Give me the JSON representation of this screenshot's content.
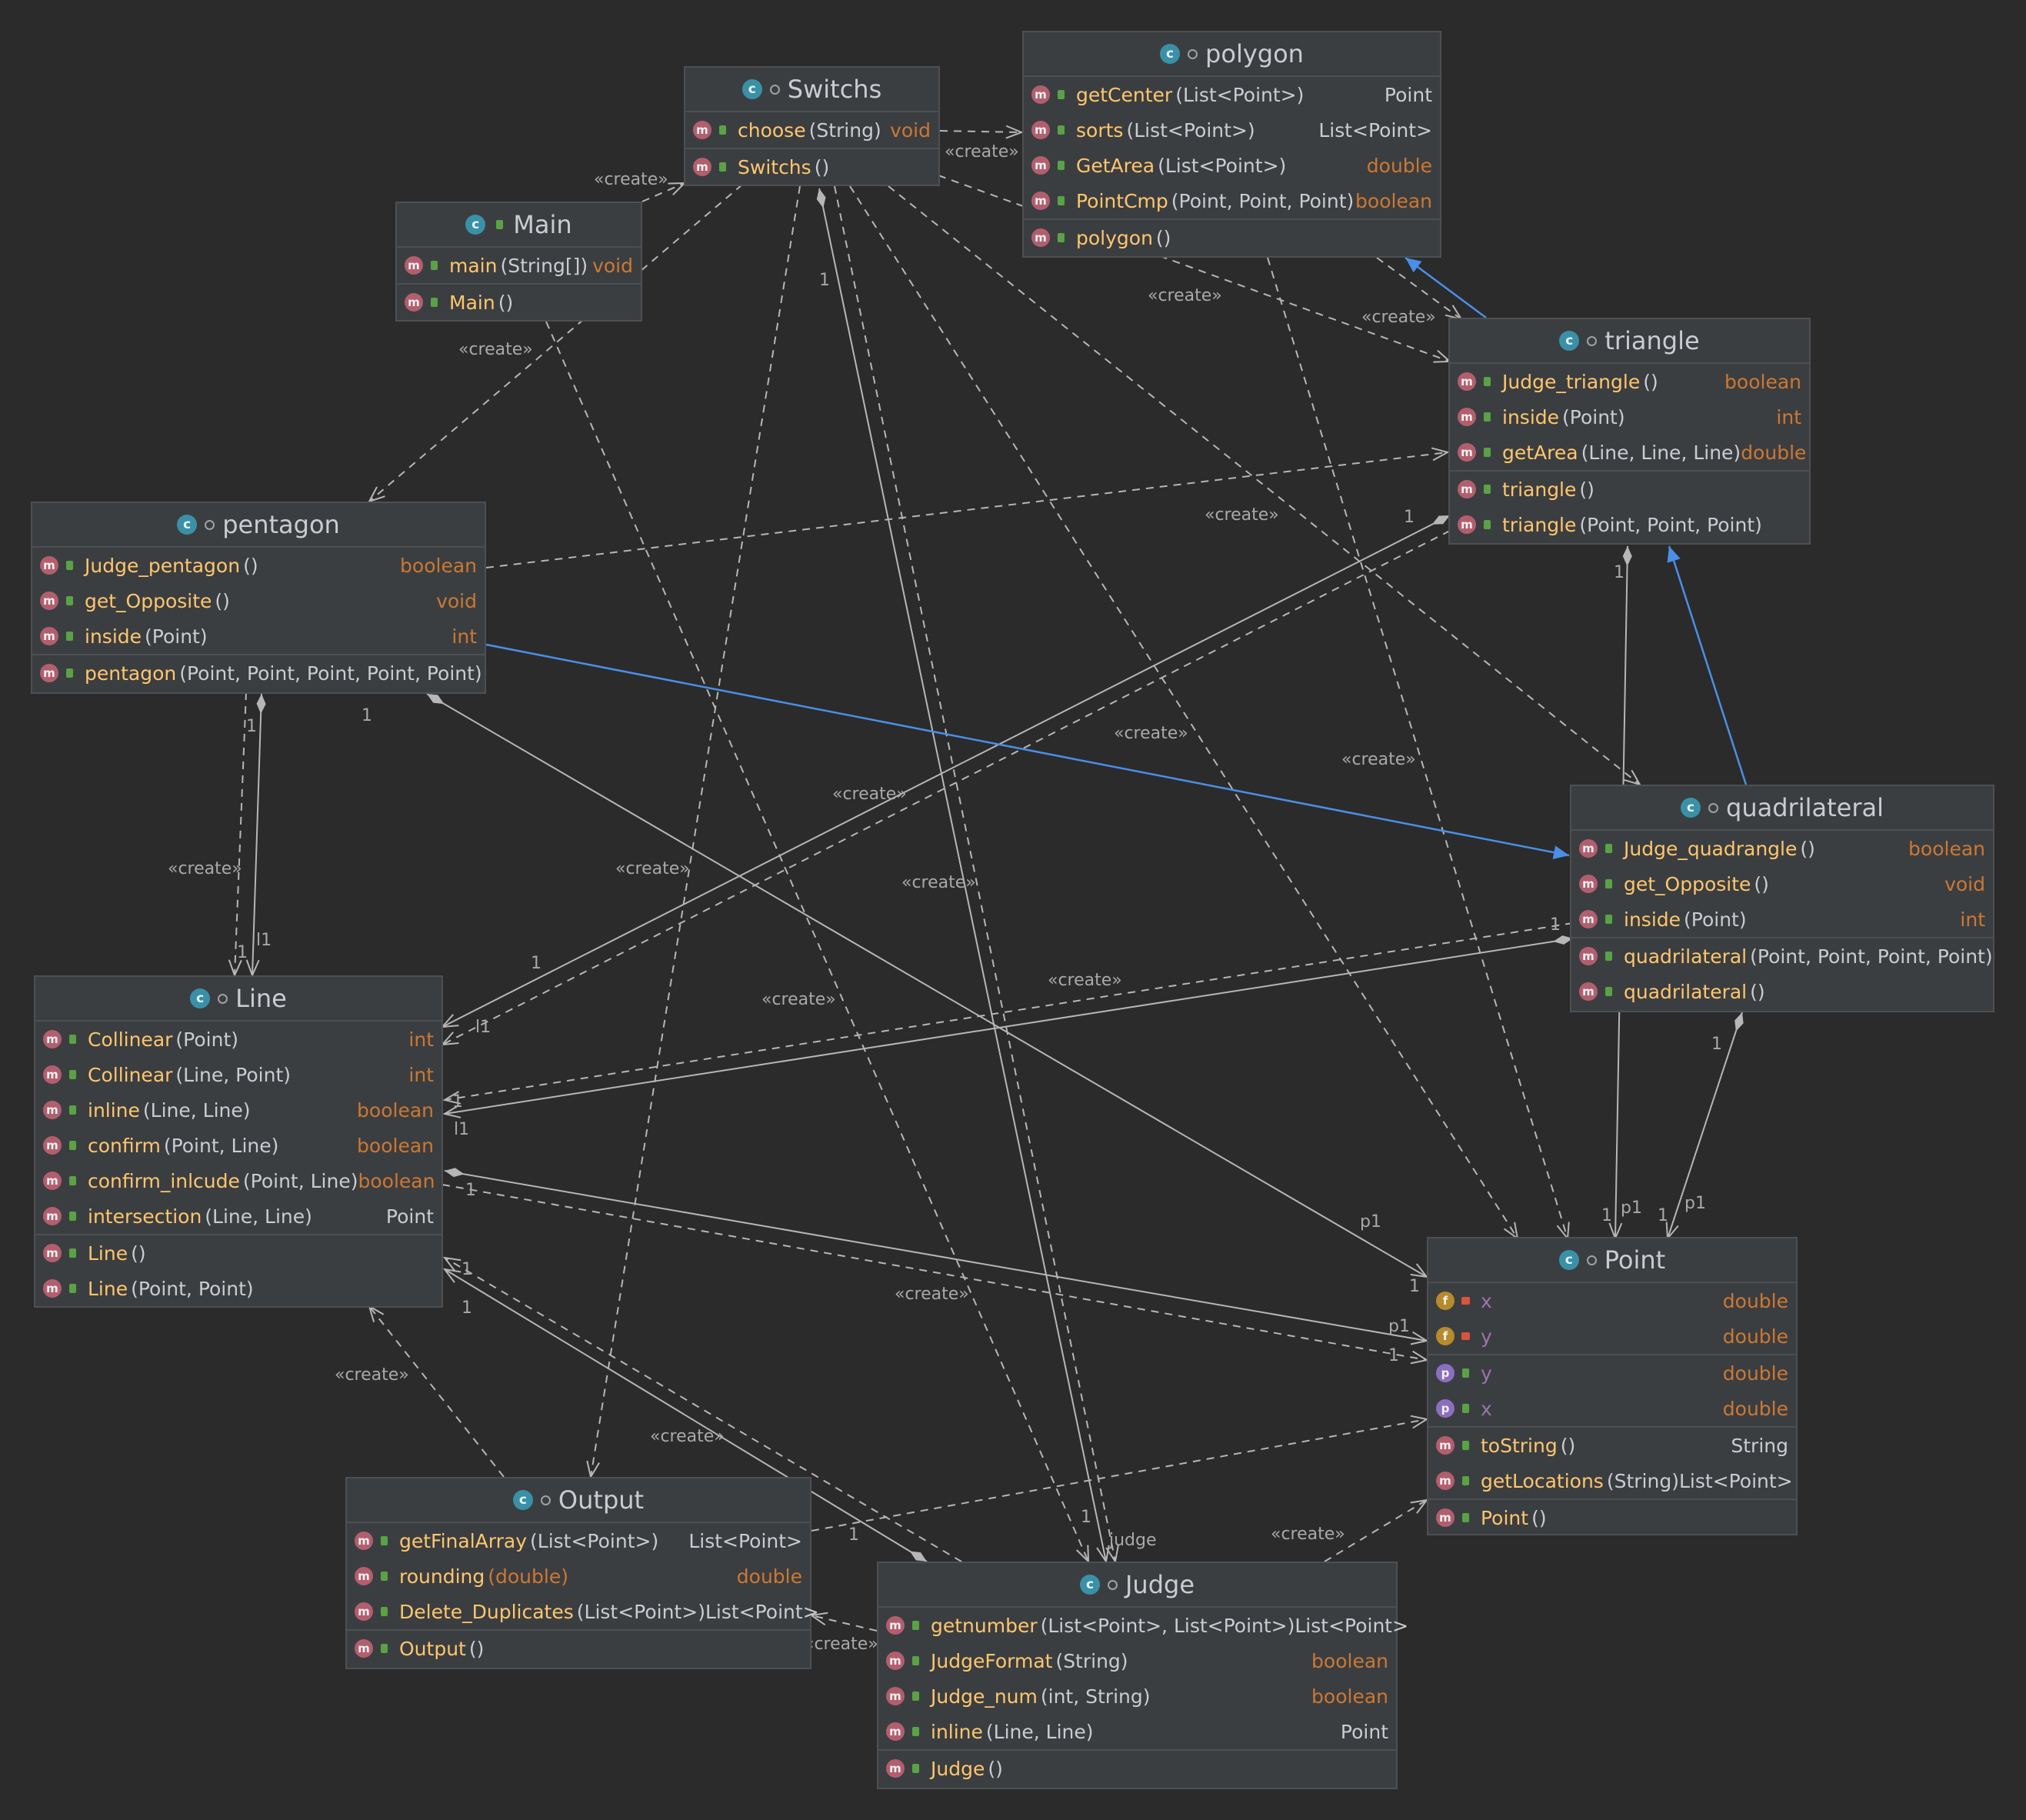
{
  "classes": {
    "switchs": {
      "name": "Switchs",
      "methods": [
        {
          "name": "choose",
          "params": "(String)",
          "ret": "void"
        },
        {
          "name": "Switchs",
          "params": "()",
          "ret": ""
        }
      ]
    },
    "polygon": {
      "name": "polygon",
      "methods": [
        {
          "name": "getCenter",
          "params": "(List<Point>)",
          "ret": "Point"
        },
        {
          "name": "sorts",
          "params": "(List<Point>)",
          "ret": "List<Point>"
        },
        {
          "name": "GetArea",
          "params": "(List<Point>)",
          "ret": "double"
        },
        {
          "name": "PointCmp",
          "params": "(Point, Point, Point)",
          "ret": "boolean"
        },
        {
          "name": "polygon",
          "params": "()",
          "ret": ""
        }
      ]
    },
    "main": {
      "name": "Main",
      "methods": [
        {
          "name": "main",
          "params": "(String[])",
          "ret": "void"
        },
        {
          "name": "Main",
          "params": "()",
          "ret": ""
        }
      ]
    },
    "triangle": {
      "name": "triangle",
      "methods": [
        {
          "name": "Judge_triangle",
          "params": "()",
          "ret": "boolean"
        },
        {
          "name": "inside",
          "params": "(Point)",
          "ret": "int"
        },
        {
          "name": "getArea",
          "params": "(Line, Line, Line)",
          "ret": "double"
        },
        {
          "name": "triangle",
          "params": "()",
          "ret": ""
        },
        {
          "name": "triangle",
          "params": "(Point, Point, Point)",
          "ret": ""
        }
      ]
    },
    "pentagon": {
      "name": "pentagon",
      "methods": [
        {
          "name": "Judge_pentagon",
          "params": "()",
          "ret": "boolean"
        },
        {
          "name": "get_Opposite",
          "params": "()",
          "ret": "void"
        },
        {
          "name": "inside",
          "params": "(Point)",
          "ret": "int"
        },
        {
          "name": "pentagon",
          "params": "(Point, Point, Point, Point, Point)",
          "ret": ""
        }
      ]
    },
    "quadrilateral": {
      "name": "quadrilateral",
      "methods": [
        {
          "name": "Judge_quadrangle",
          "params": "()",
          "ret": "boolean"
        },
        {
          "name": "get_Opposite",
          "params": "()",
          "ret": "void"
        },
        {
          "name": "inside",
          "params": "(Point)",
          "ret": "int"
        },
        {
          "name": "quadrilateral",
          "params": "(Point, Point, Point, Point)",
          "ret": ""
        },
        {
          "name": "quadrilateral",
          "params": "()",
          "ret": ""
        }
      ]
    },
    "line": {
      "name": "Line",
      "methods": [
        {
          "name": "Collinear",
          "params": "(Point)",
          "ret": "int"
        },
        {
          "name": "Collinear",
          "params": "(Line, Point)",
          "ret": "int"
        },
        {
          "name": "inline",
          "params": "(Line, Line)",
          "ret": "boolean"
        },
        {
          "name": "confirm",
          "params": "(Point, Line)",
          "ret": "boolean"
        },
        {
          "name": "confirm_inlcude",
          "params": "(Point, Line)",
          "ret": "boolean"
        },
        {
          "name": "intersection",
          "params": "(Line, Line)",
          "ret": "Point"
        },
        {
          "name": "Line",
          "params": "()",
          "ret": ""
        },
        {
          "name": "Line",
          "params": "(Point, Point)",
          "ret": ""
        }
      ]
    },
    "point": {
      "name": "Point",
      "fields": [
        {
          "name": "x",
          "ret": "double"
        },
        {
          "name": "y",
          "ret": "double"
        }
      ],
      "properties": [
        {
          "name": "y",
          "ret": "double"
        },
        {
          "name": "x",
          "ret": "double"
        }
      ],
      "methods": [
        {
          "name": "toString",
          "params": "()",
          "ret": "String"
        },
        {
          "name": "getLocations",
          "params": "(String)",
          "ret": "List<Point>"
        },
        {
          "name": "Point",
          "params": "()",
          "ret": ""
        }
      ]
    },
    "output": {
      "name": "Output",
      "methods": [
        {
          "name": "getFinalArray",
          "params": "(List<Point>)",
          "ret": "List<Point>"
        },
        {
          "name": "rounding",
          "params": "(double)",
          "ret": "double"
        },
        {
          "name": "Delete_Duplicates",
          "params": "(List<Point>)",
          "ret": "List<Point>"
        },
        {
          "name": "Output",
          "params": "()",
          "ret": ""
        }
      ]
    },
    "judge": {
      "name": "Judge",
      "methods": [
        {
          "name": "getnumber",
          "params": "(List<Point>, List<Point>)",
          "ret": "List<Point>"
        },
        {
          "name": "JudgeFormat",
          "params": "(String)",
          "ret": "boolean"
        },
        {
          "name": "Judge_num",
          "params": "(int, String)",
          "ret": "boolean"
        },
        {
          "name": "inline",
          "params": "(Line, Line)",
          "ret": "Point"
        },
        {
          "name": "Judge",
          "params": "()",
          "ret": ""
        }
      ]
    }
  },
  "labels": {
    "create": "«create»",
    "one": "1",
    "l1": "l1",
    "p1": "p1",
    "judge": "judge"
  },
  "colors": {
    "background": "#2b2b2b",
    "box": "#3b3e41",
    "dependency": "#b6b6b6",
    "inheritance": "#4a8fe7",
    "method_name": "#ffc66d",
    "keyword": "#cc7832"
  }
}
